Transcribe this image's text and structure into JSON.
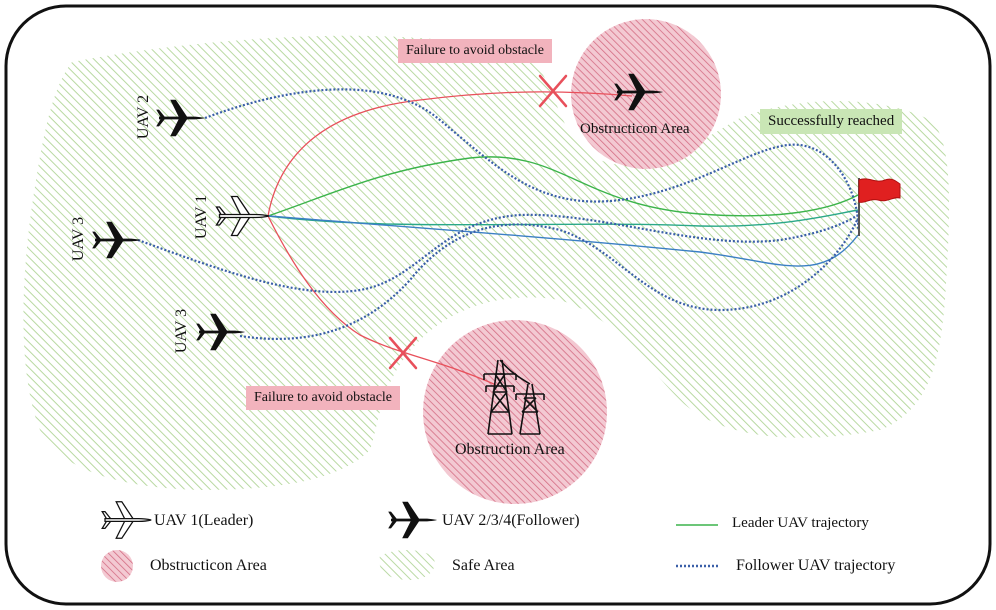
{
  "uav_labels": {
    "uav2": "UAV 2",
    "uav1": "UAV 1",
    "uav3_upper": "UAV 3",
    "uav3_lower": "UAV 3"
  },
  "callouts": {
    "failure_top": "Failure to avoid obstacle",
    "failure_bottom": "Failure to avoid obstacle",
    "success": "Successfully reached"
  },
  "areas": {
    "top_obstruction": "Obstructicon Area",
    "bottom_obstruction": "Obstruction Area"
  },
  "legend": {
    "leader": "UAV 1(Leader)",
    "follower": "UAV 2/3/4(Follower)",
    "leader_traj": "Leader UAV trajectory",
    "obstruction": "Obstructicon Area",
    "safe": "Safe Area",
    "follower_traj": "Follower UAV trajectory"
  },
  "colors": {
    "safe_hatch": "#a8d08d",
    "obstruction_fill": "#e8a3b2",
    "obstruction_hatch": "#c9536c",
    "leader_line": "#3cb44b",
    "follower_line": "#3a5fa8",
    "failure_line": "#e8505b",
    "flag": "#e02020"
  },
  "icons": {
    "leader_plane": "airplane-outline-icon",
    "follower_plane": "airplane-filled-icon",
    "flag": "red-flag-icon",
    "tower": "power-tower-icon",
    "cross": "x-mark-icon"
  }
}
